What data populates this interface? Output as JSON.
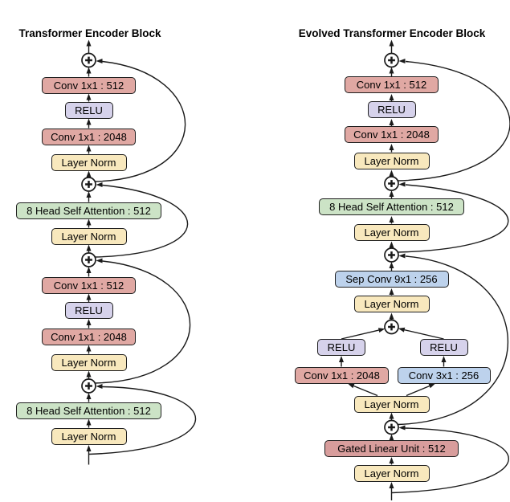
{
  "figure": {
    "background": "#ffffff",
    "columns": [
      {
        "id": "transformer",
        "title": "Transformer Encoder Block",
        "nodes": [
          {
            "label": "Conv 1x1 : 512",
            "type": "conv"
          },
          {
            "label": "RELU",
            "type": "relu"
          },
          {
            "label": "Conv 1x1 : 2048",
            "type": "conv"
          },
          {
            "label": "Layer Norm",
            "type": "norm"
          },
          {
            "label": "8 Head Self Attention : 512",
            "type": "attention"
          },
          {
            "label": "Layer Norm",
            "type": "norm"
          },
          {
            "label": "Conv 1x1 : 512",
            "type": "conv"
          },
          {
            "label": "RELU",
            "type": "relu"
          },
          {
            "label": "Conv 1x1 : 2048",
            "type": "conv"
          },
          {
            "label": "Layer Norm",
            "type": "norm"
          },
          {
            "label": "8 Head Self Attention : 512",
            "type": "attention"
          },
          {
            "label": "Layer Norm",
            "type": "norm"
          }
        ]
      },
      {
        "id": "evolved-transformer",
        "title": "Evolved Transformer Encoder Block",
        "nodes": [
          {
            "label": "Conv 1x1 : 512",
            "type": "conv"
          },
          {
            "label": "RELU",
            "type": "relu"
          },
          {
            "label": "Conv 1x1 : 2048",
            "type": "conv"
          },
          {
            "label": "Layer Norm",
            "type": "norm"
          },
          {
            "label": "8 Head Self Attention : 512",
            "type": "attention"
          },
          {
            "label": "Layer Norm",
            "type": "norm"
          },
          {
            "label": "Sep Conv 9x1 : 256",
            "type": "sepconv"
          },
          {
            "label": "Layer Norm",
            "type": "norm"
          },
          {
            "label": "RELU",
            "type": "relu"
          },
          {
            "label": "RELU",
            "type": "relu"
          },
          {
            "label": "Conv 1x1 : 2048",
            "type": "conv"
          },
          {
            "label": "Conv 3x1 : 256",
            "type": "sepconv"
          },
          {
            "label": "Layer Norm",
            "type": "norm"
          },
          {
            "label": "Gated Linear Unit : 512",
            "type": "glu"
          },
          {
            "label": "Layer Norm",
            "type": "norm"
          }
        ]
      }
    ],
    "node_colors": {
      "conv": "#e0a8a3",
      "relu": "#d6d2eb",
      "norm": "#f8e8bd",
      "attention": "#cce3c6",
      "sepconv": "#bdd2ec",
      "glu": "#d89d9c"
    },
    "operator": {
      "symbol": "+",
      "meaning": "residual add"
    },
    "stroke_color": "#1a1a1a",
    "text_color": "#000000"
  }
}
